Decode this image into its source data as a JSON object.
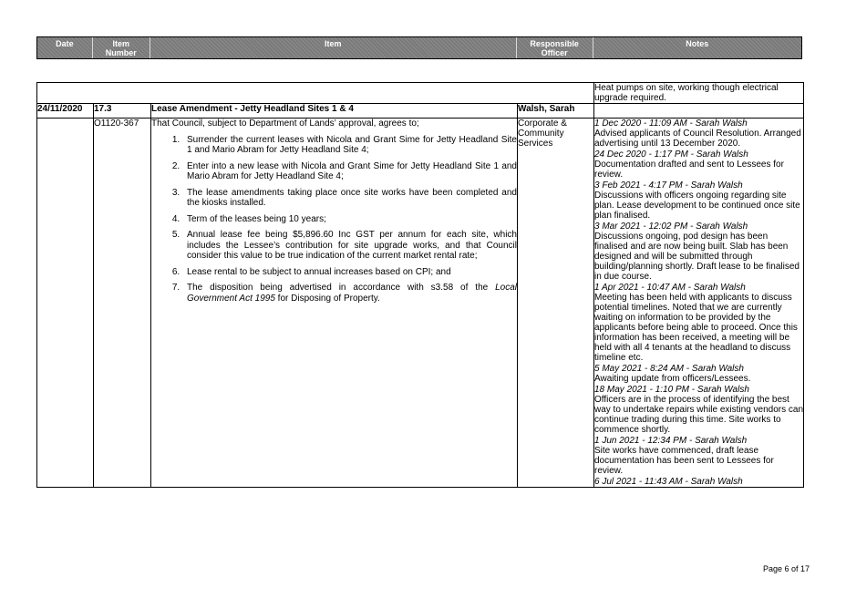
{
  "header": {
    "date": "Date",
    "item_number_1": "Item",
    "item_number_2": "Number",
    "item": "Item",
    "responsible_1": "Responsible",
    "responsible_2": "Officer",
    "notes": "Notes"
  },
  "top_note": "Heat pumps on site, working though electrical upgrade required.",
  "row": {
    "date": "24/11/2020",
    "item_number": "17.3",
    "item_title": "Lease Amendment - Jetty Headland Sites 1 & 4",
    "responsible": "Walsh, Sarah",
    "ref": "O1120-367",
    "intro": "That Council, subject to Department of Lands’ approval, agrees to;",
    "clauses": [
      "Surrender the current leases with Nicola and Grant Sime for Jetty Headland Site 1 and Mario Abram for Jetty Headland Site 4;",
      "Enter into a new lease with Nicola and Grant Sime for Jetty Headland Site 1 and Mario Abram for Jetty Headland Site 4;",
      "The lease amendments taking place once site works have been completed and the kiosks installed.",
      "Term of the leases being 10 years;",
      "Annual lease fee being $5,896.60 Inc GST per annum for each site, which includes the Lessee’s contribution for site upgrade works, and that Council consider this value to be true indication of the current market rental rate;",
      "Lease rental to be subject to annual increases based on CPI; and"
    ],
    "clause7_pre": "The disposition being advertised in accordance with s3.58 of the ",
    "clause7_act": "Local Government Act 1995",
    "clause7_post": " for Disposing of Property.",
    "department": "Corporate & Community Services",
    "notes": [
      {
        "date": "1 Dec 2020 - 11:09 AM - Sarah Walsh",
        "text": "Advised applicants of Council Resolution. Arranged advertising until 13 December 2020."
      },
      {
        "date": "24 Dec 2020 - 1:17 PM - Sarah Walsh",
        "text": "Documentation drafted and sent to Lessees for review."
      },
      {
        "date": "3 Feb 2021 - 4:17 PM - Sarah Walsh",
        "text": "Discussions with officers ongoing regarding site plan. Lease development to be continued once site plan finalised."
      },
      {
        "date": "3 Mar 2021 - 12:02 PM - Sarah Walsh",
        "text": "Discussions ongoing, pod design has been finalised and are now being built. Slab has been designed and will be submitted through building/planning shortly. Draft lease to be finalised in due course."
      },
      {
        "date": "1 Apr 2021 - 10:47 AM - Sarah Walsh",
        "text": "Meeting has been held with applicants to discuss potential timelines. Noted that we are currently waiting on information to be provided by the applicants before being able to proceed. Once this information has been received, a meeting will be held with all 4 tenants at the headland to discuss timeline etc."
      },
      {
        "date": "5 May 2021 - 8:24 AM - Sarah Walsh",
        "text": "Awaiting update from officers/Lessees."
      },
      {
        "date": "18 May 2021 - 1:10 PM - Sarah Walsh",
        "text": "Officers are in the process of identifying the best way to undertake repairs while existing vendors can continue trading during this time. Site works to commence shortly."
      },
      {
        "date": "1 Jun 2021 - 12:34 PM - Sarah Walsh",
        "text": "Site works have commenced, draft lease documentation has been sent to Lessees for review."
      },
      {
        "date": "6 Jul 2021 - 11:43 AM - Sarah Walsh",
        "text": ""
      }
    ]
  },
  "footer": "Page 6 of 17"
}
